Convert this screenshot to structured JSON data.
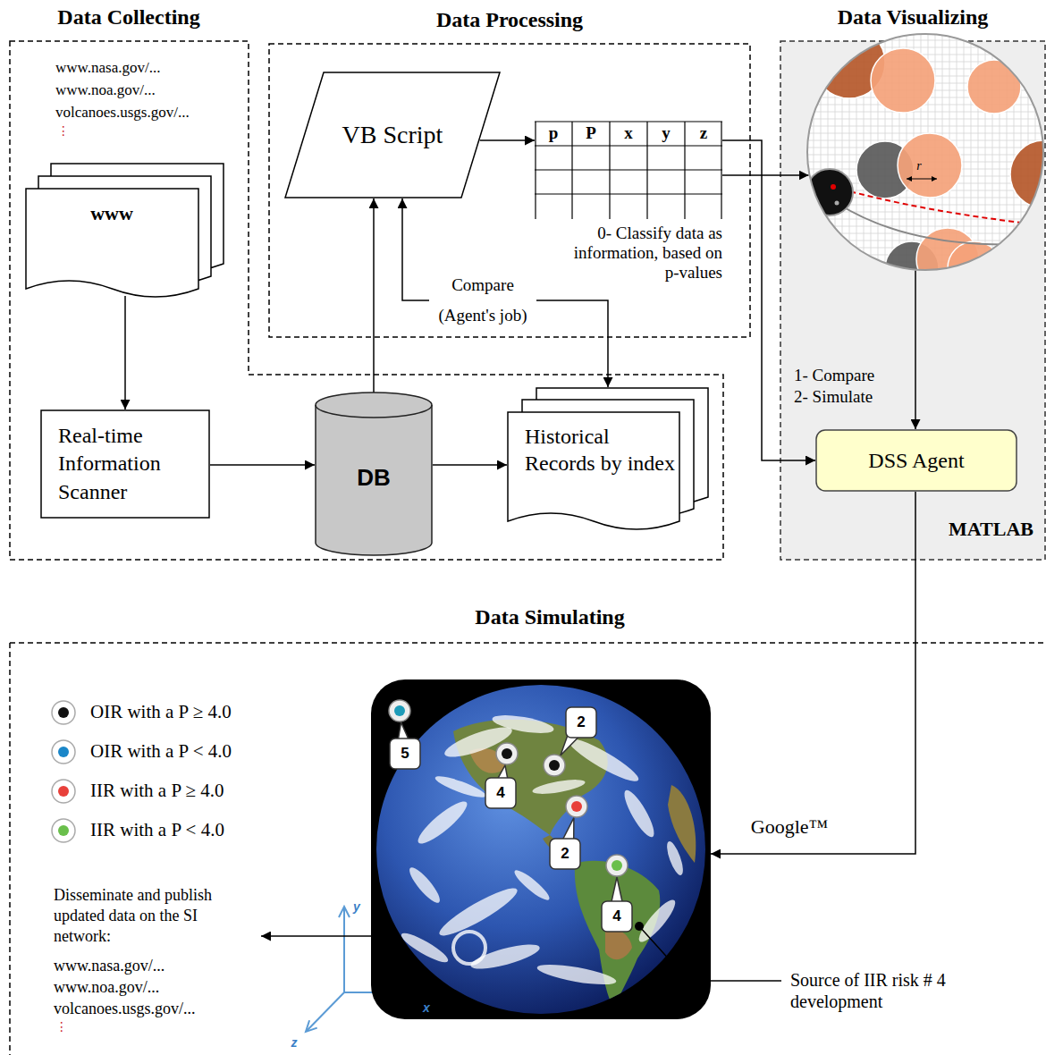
{
  "diagram": {
    "nodes": [
      {
        "text": [
          "Data Collecting"
        ]
      },
      {
        "text": [
          "www"
        ],
        "in": 0
      },
      {
        "text": [
          "Real-time Information Scanner"
        ],
        "in": 0
      },
      {
        "text": [
          "DB"
        ],
        "in": 0
      },
      {
        "text": [
          "Historical Records by index"
        ],
        "in": 0
      },
      {
        "text": [
          "Data Processing"
        ]
      },
      {
        "text": [
          "VB Script"
        ],
        "in": 5
      },
      {
        "text": [
          "p",
          "P",
          "x",
          "y",
          "z"
        ],
        "in": 5
      },
      {
        "text": [
          "Data Visualizing",
          "MATLAB"
        ]
      },
      {
        "text": [
          "r"
        ],
        "in": 8
      },
      {
        "text": [
          "DSS Agent"
        ],
        "in": 8
      },
      {
        "text": [
          "Data Simulating"
        ]
      },
      {
        "text": [
          "5",
          "4",
          "2",
          "2",
          "4"
        ],
        "in": 11
      },
      {
        "text": [
          "Disseminate and publish updated data on the SI network:",
          "www.nasa.gov/...",
          "www.noa.gov/...",
          "volcanoes.usgs.gov/...",
          "⋮"
        ],
        "in": 11
      }
    ],
    "edges": [
      {
        "from": 1,
        "to": 2,
        "arrow": "to"
      },
      {
        "from": 2,
        "to": 3,
        "arrow": "to"
      },
      {
        "from": 3,
        "to": 4,
        "arrow": "to"
      },
      {
        "from": 3,
        "to": 6,
        "arrow": "to"
      },
      {
        "from": 6,
        "to": 4,
        "arrow": "both",
        "label": "Compare (Agent's job)"
      },
      {
        "from": 6,
        "to": 7,
        "arrow": "to"
      },
      {
        "from": 7,
        "to": 9,
        "arrow": "to"
      },
      {
        "from": 7,
        "to": 10,
        "arrow": "to"
      },
      {
        "from": 9,
        "to": 10,
        "arrow": "to",
        "label": "1- Compare 2- Simulate"
      },
      {
        "from": 10,
        "to": 12,
        "arrow": "to",
        "label": "Google™"
      },
      {
        "from": 12,
        "to": 13,
        "arrow": "to"
      }
    ],
    "labels": [
      "www.nasa.gov/...",
      "www.noa.gov/...",
      "volcanoes.usgs.gov/...",
      "⋮",
      "0- Classify data as information, based on p-values",
      "Source of IIR risk # 4 development",
      "y",
      "x",
      "z"
    ],
    "legend": [
      {
        "text": "OIR with a P ≥ 4.0",
        "color": "#111111"
      },
      {
        "text": "OIR with a P < 4.0",
        "color": "#1a86c8"
      },
      {
        "text": "IIR with a P ≥ 4.0",
        "color": "#e8403a"
      },
      {
        "text": "IIR with a P < 4.0",
        "color": "#6abf4b"
      }
    ]
  }
}
